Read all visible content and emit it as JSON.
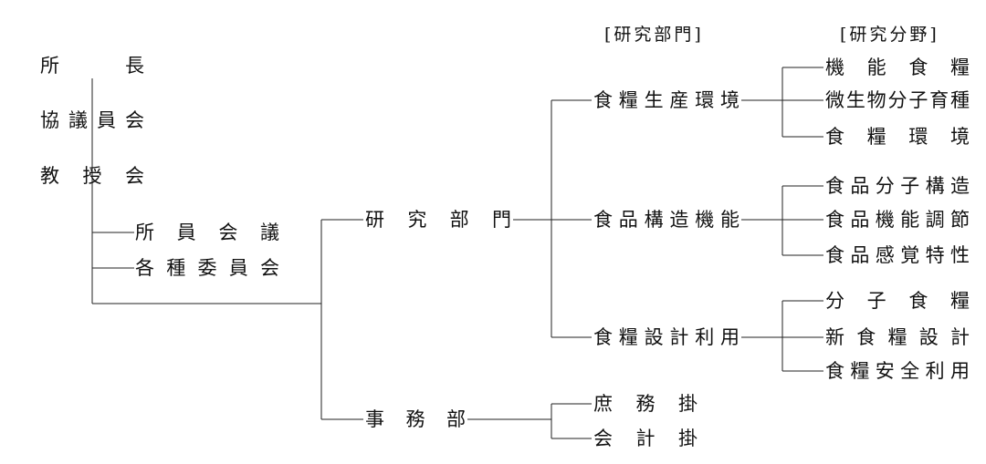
{
  "headers": {
    "research_divisions": "[研究部門]",
    "research_fields": "[研究分野]"
  },
  "governance": {
    "director": {
      "c1": "所",
      "c2": "長"
    },
    "council": "協議員会",
    "faculty_meeting": "教授会"
  },
  "committees": {
    "staff_meeting": "所員会議",
    "various_committees": "各種委員会"
  },
  "organization": {
    "research_department": "研究部門",
    "admin_department": "事務部"
  },
  "divisions": {
    "environment": {
      "label": "食糧生産環境",
      "fields": [
        "機能食糧",
        "微生物分子育種",
        "食糧環境"
      ]
    },
    "structure": {
      "label": "食品構造機能",
      "fields": [
        "食品分子構造",
        "食品機能調節",
        "食品感覚特性"
      ]
    },
    "design": {
      "label": "食糧設計利用",
      "fields": [
        "分子食糧",
        "新食糧設計",
        "食糧安全利用"
      ]
    }
  },
  "admin_sections": [
    "庶務掛",
    "会計掛"
  ],
  "colors": {
    "line": "#222222",
    "text": "#111111"
  }
}
